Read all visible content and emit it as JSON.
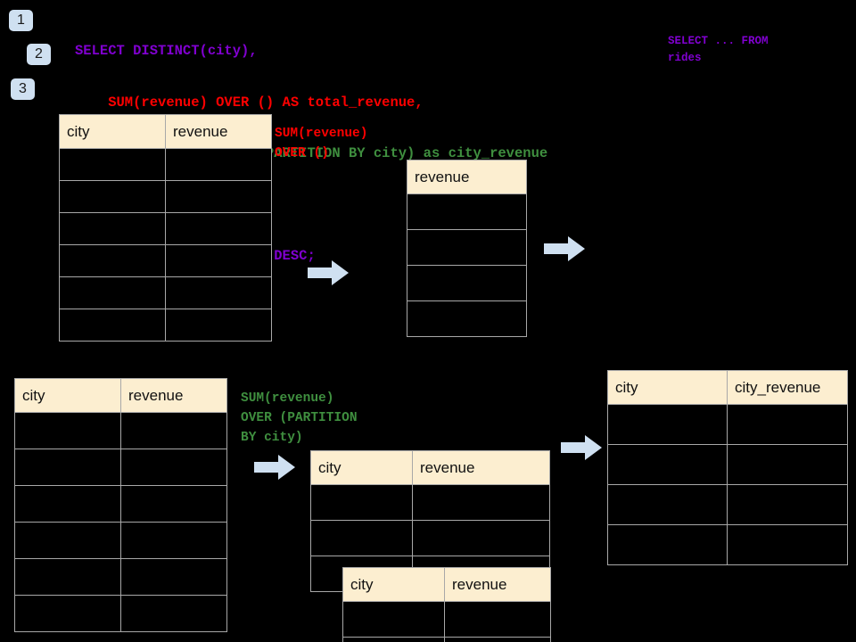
{
  "page": {
    "background": "#000000",
    "title": "SQL window function execution diagram"
  },
  "colors": {
    "badge_bg": "#cfe0f1",
    "header_bg": "#fceed0",
    "grid_border": "#a8a8a8",
    "arrow_fill": "#cfe0f1",
    "code_purple": "#8000d0",
    "code_red": "#ff0000",
    "code_green": "#3f8f3f"
  },
  "steps": [
    {
      "label": "1"
    },
    {
      "label": "2"
    },
    {
      "label": "3"
    }
  ],
  "sql": {
    "lines": [
      {
        "text": "SELECT DISTINCT(city),",
        "color": "purple"
      },
      {
        "text": "    SUM(revenue) OVER () AS total_revenue,",
        "color": "red"
      },
      {
        "text": "    SUM(revenue) OVER (PARTITION BY city) as city_revenue",
        "color": "green"
      },
      {
        "text": "  FROM rides",
        "color": "purple"
      },
      {
        "text": "  ORDER by city_revenue DESC;",
        "color": "purple"
      }
    ]
  },
  "side_note": {
    "text": "SELECT ... FROM\nrides"
  },
  "annotations": {
    "total_revenue": "SUM(revenue)\nOVER ()",
    "city_revenue": "SUM(revenue)\nOVER (PARTITION\nBY city)"
  },
  "arrows": [
    {
      "name": "arrow-rides-to-total",
      "direction": "right"
    },
    {
      "name": "arrow-total-to-result",
      "direction": "right"
    },
    {
      "name": "arrow-rides-to-partition",
      "direction": "right"
    },
    {
      "name": "arrow-partition-to-result",
      "direction": "right"
    }
  ],
  "tables": {
    "rides_top": {
      "name": "rides-source-table-top",
      "headers": [
        "city",
        "revenue"
      ],
      "row_count": 6,
      "rows": [
        [
          "",
          ""
        ],
        [
          "",
          ""
        ],
        [
          "",
          ""
        ],
        [
          "",
          ""
        ],
        [
          "",
          ""
        ],
        [
          "",
          ""
        ]
      ]
    },
    "total_revenue": {
      "name": "total-revenue-table",
      "headers": [
        "revenue"
      ],
      "row_count": 4,
      "rows": [
        [
          ""
        ],
        [
          ""
        ],
        [
          ""
        ],
        [
          ""
        ]
      ]
    },
    "rides_bottom": {
      "name": "rides-source-table-bottom",
      "headers": [
        "city",
        "revenue"
      ],
      "row_count": 6,
      "rows": [
        [
          "",
          ""
        ],
        [
          "",
          ""
        ],
        [
          "",
          ""
        ],
        [
          "",
          ""
        ],
        [
          "",
          ""
        ],
        [
          "",
          ""
        ]
      ]
    },
    "partition_back": {
      "name": "partition-table-back",
      "headers": [
        "city",
        "revenue"
      ],
      "row_count": 3,
      "rows": [
        [
          "",
          ""
        ],
        [
          "",
          ""
        ],
        [
          "",
          ""
        ]
      ]
    },
    "partition_front": {
      "name": "partition-table-front",
      "headers": [
        "city",
        "revenue"
      ],
      "row_count": 2,
      "rows": [
        [
          "",
          ""
        ],
        [
          "",
          ""
        ]
      ]
    },
    "result": {
      "name": "result-table",
      "headers": [
        "city",
        "city_revenue"
      ],
      "row_count": 4,
      "rows": [
        [
          "",
          ""
        ],
        [
          "",
          ""
        ],
        [
          "",
          ""
        ],
        [
          "",
          ""
        ]
      ]
    }
  }
}
